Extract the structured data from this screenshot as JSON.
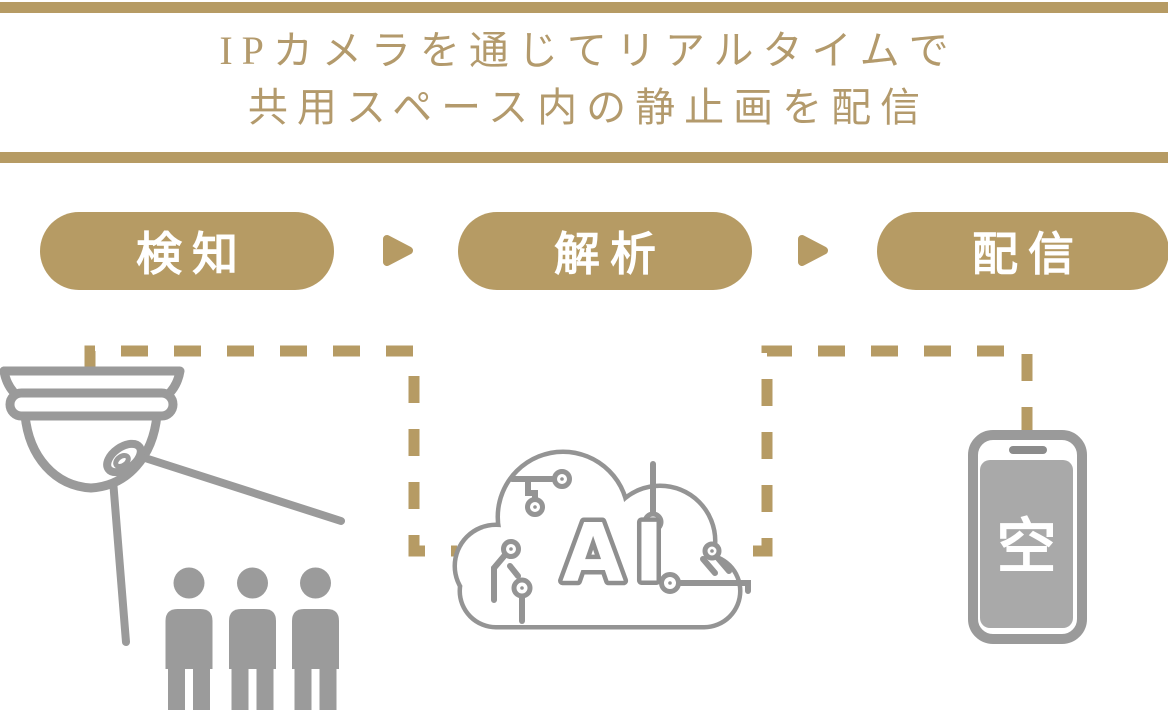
{
  "palette": {
    "gold": "#b69b64",
    "title_gold": "#b39a6c",
    "icon_gray": "#9a9a9a",
    "people_gray": "#9b9b9b",
    "screen_gray": "#a9a9a9",
    "white": "#ffffff"
  },
  "header": {
    "line1": "IPカメラを通じてリアルタイムで",
    "line2": "共用スペース内の静止画を配信"
  },
  "steps": [
    {
      "label": "検知"
    },
    {
      "label": "解析"
    },
    {
      "label": "配信"
    }
  ],
  "cloud": {
    "label": "AI"
  },
  "phone": {
    "label": "空"
  }
}
